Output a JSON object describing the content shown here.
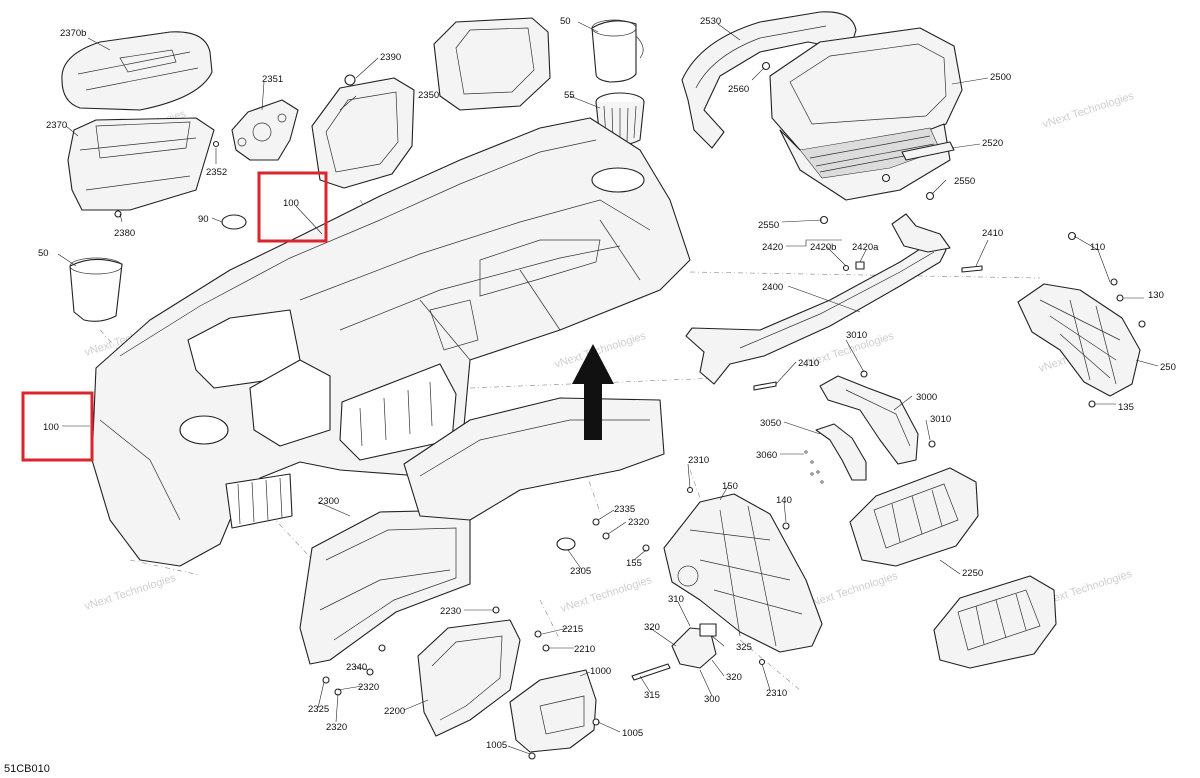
{
  "diagram_code": "51CB010",
  "watermark": "vNext Technologies",
  "highlight_labels": [
    "100",
    "100"
  ],
  "labels": [
    "2370b",
    "2370",
    "2380",
    "2351",
    "2352",
    "2390",
    "2350",
    "50",
    "55",
    "2530",
    "2560",
    "2500",
    "2520",
    "2550",
    "2550",
    "2420",
    "2420b",
    "2420a",
    "2410",
    "110",
    "130",
    "250",
    "135",
    "90",
    "2400",
    "3010",
    "3000",
    "3010",
    "3050",
    "3060",
    "2410",
    "2310",
    "150",
    "140",
    "2300",
    "2335",
    "2320",
    "155",
    "2305",
    "2250",
    "310",
    "325",
    "320",
    "320",
    "2230",
    "2215",
    "2210",
    "1000",
    "2340",
    "2320",
    "2325",
    "2320",
    "2200",
    "315",
    "300",
    "2310",
    "1005",
    "1005",
    "50"
  ]
}
